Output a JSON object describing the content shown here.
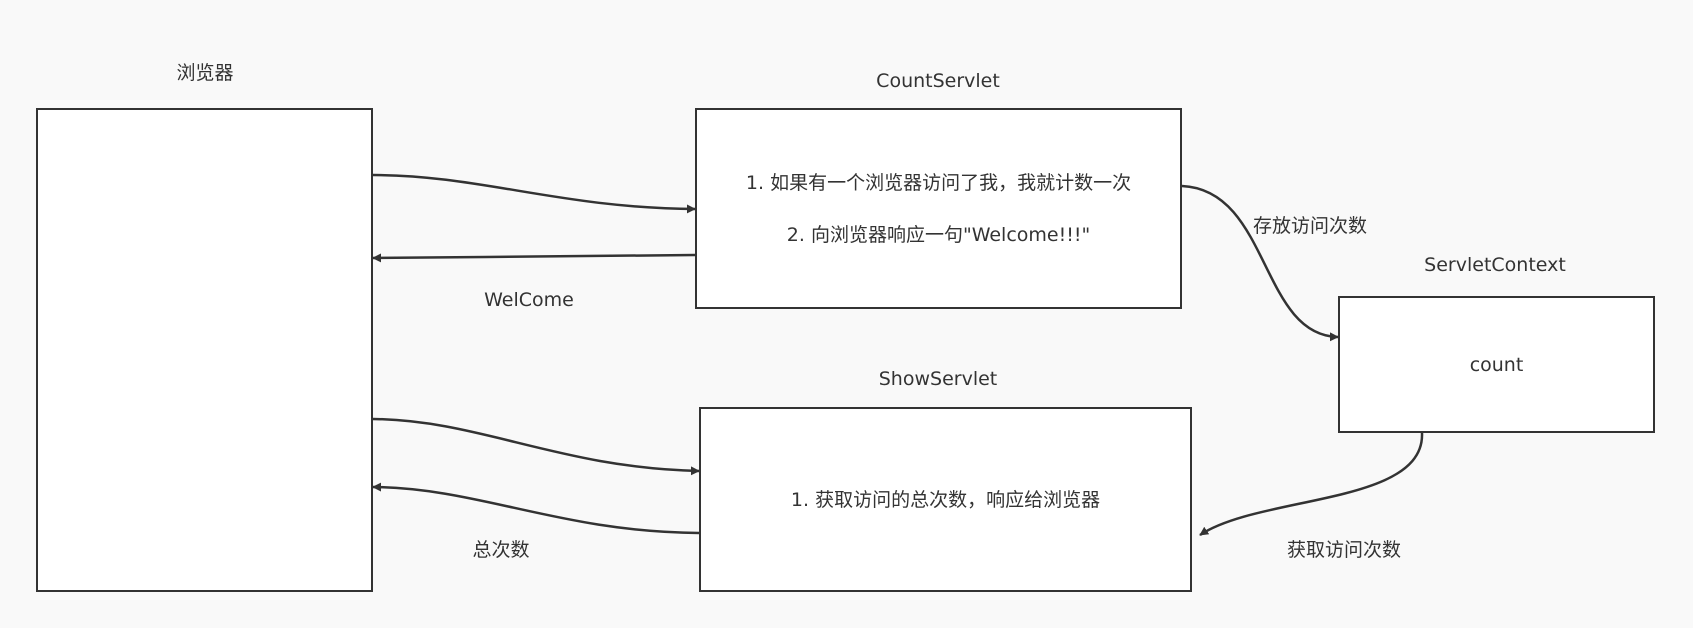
{
  "colors": {
    "background": "#f9f9f9",
    "stroke": "#333333",
    "box_fill": "#ffffff",
    "text": "#333333"
  },
  "nodes": {
    "browser": {
      "title": "浏览器",
      "text": ""
    },
    "count_servlet": {
      "title": "CountServlet",
      "lines": [
        "1. 如果有一个浏览器访问了我，我就计数一次",
        "2. 向浏览器响应一句\"Welcome!!!\""
      ]
    },
    "show_servlet": {
      "title": "ShowServlet",
      "lines": [
        "1. 获取访问的总次数，响应给浏览器"
      ]
    },
    "servlet_context": {
      "title": "ServletContext",
      "text": "count"
    }
  },
  "edges": {
    "browser_to_count": "",
    "count_to_browser": "WelCome",
    "count_to_context": "存放访问次数",
    "browser_to_show": "",
    "show_to_browser": "总次数",
    "context_to_show": "获取访问次数"
  }
}
